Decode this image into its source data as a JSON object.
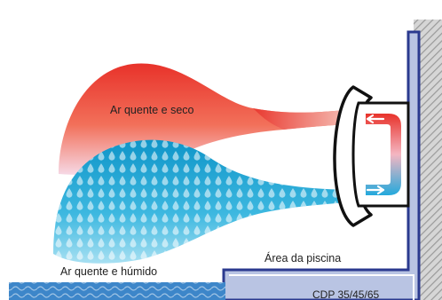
{
  "labels": {
    "hot_dry": "Ar quente e seco",
    "hot_humid": "Ar quente e húmido",
    "pool_area": "Área da piscina",
    "model": "CDP 35/45/65"
  },
  "colors": {
    "hot_air": "#e8322a",
    "humid_air": "#1aa7d6",
    "wall_fill": "#b9c4e3",
    "wall_stroke": "#2b3a8f",
    "water": "#3d86c9",
    "hatch": "#9a9a9a",
    "unit_stroke": "#111111"
  }
}
